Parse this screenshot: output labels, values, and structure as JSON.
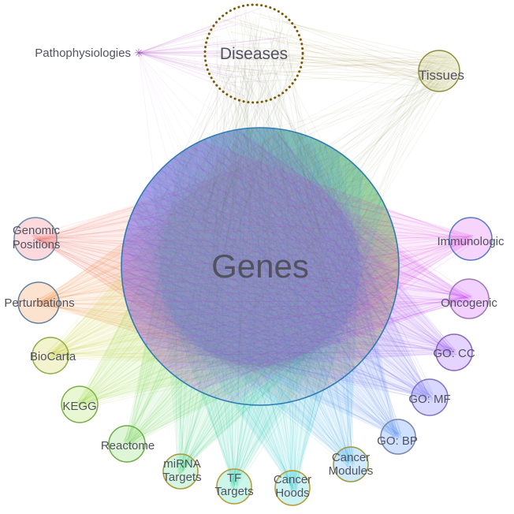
{
  "canvas": {
    "background": "#ffffff",
    "label_color": "#51515f"
  },
  "icons": {
    "pathophysiologies_marker": "✳"
  },
  "nodes": {
    "genes": {
      "label": "Genes",
      "stroke": "#2e7bb5",
      "fill": "#5588bb0d"
    },
    "diseases": {
      "label": "Diseases",
      "stroke": "#7a5a05",
      "edge_color": "#5f6b45"
    },
    "pathophysiologies": {
      "label": "Pathophysiologies",
      "color": "#9b59b6",
      "edge_color": "#c070d0"
    },
    "tissues": {
      "label": "Tissues",
      "stroke": "#8f8f3a",
      "fill": "#a8a84033",
      "edge_color": "#6d7a3d"
    },
    "genomic_positions": {
      "lines": [
        "Genomic",
        "Positions"
      ],
      "stroke": "#6b8aa8",
      "fill": "#ee667740",
      "edge_color": "#e85545"
    },
    "perturbations": {
      "label": "Perturbations",
      "stroke": "#5d7f9e",
      "fill": "#f0904040",
      "edge_color": "#f07f28"
    },
    "biocarta": {
      "label": "BioCarta",
      "stroke": "#8fae4a",
      "fill": "#d0d04040",
      "edge_color": "#c2cc1e"
    },
    "kegg": {
      "label": "KEGG",
      "stroke": "#7fae4a",
      "fill": "#a8e05540",
      "edge_color": "#8ed32a"
    },
    "reactome": {
      "label": "Reactome",
      "stroke": "#6fae4a",
      "fill": "#7ed86040",
      "edge_color": "#52cc38"
    },
    "mirna_targets": {
      "lines": [
        "miRNA",
        "Targets"
      ],
      "stroke": "#a89a3a",
      "fill": "#55dd8840",
      "edge_color": "#2ecc71"
    },
    "tf_targets": {
      "lines": [
        "TF",
        "Targets"
      ],
      "stroke": "#b89a30",
      "fill": "#33ddaa40",
      "edge_color": "#18c9a0"
    },
    "cancer_hoods": {
      "lines": [
        "Cancer",
        "Hoods"
      ],
      "stroke": "#b89a30",
      "fill": "#33cccc40",
      "edge_color": "#17c3c9"
    },
    "cancer_modules": {
      "lines": [
        "Cancer",
        "Modules"
      ],
      "stroke": "#9a9a45",
      "fill": "#44aaee40",
      "edge_color": "#2a9fe0"
    },
    "go_bp": {
      "label": "GO: BP",
      "stroke": "#7788aa",
      "fill": "#4488ff40",
      "edge_color": "#3a7fe8"
    },
    "go_mf": {
      "label": "GO: MF",
      "stroke": "#7f74c0",
      "fill": "#6666ff40",
      "edge_color": "#5a55f0"
    },
    "go_cc": {
      "label": "GO: CC",
      "stroke": "#8a66c0",
      "fill": "#9955ff40",
      "edge_color": "#8a3af0"
    },
    "oncogenic": {
      "label": "Oncogenic",
      "stroke": "#9a7ab0",
      "fill": "#cc44ff40",
      "edge_color": "#bb2af0"
    },
    "immunologic": {
      "label": "Immunologic",
      "stroke": "#5a78c8",
      "fill": "#dd55ee40",
      "edge_color": "#d838d8"
    }
  },
  "links": {
    "diseases_genes": "#5f6b45",
    "tissues_genes": "#6d7a3d",
    "tissues_diseases": "#9a8c3a",
    "pathophysiologies_diseases": "#c070d0",
    "pathophysiologies_genes": "#c070d0"
  }
}
